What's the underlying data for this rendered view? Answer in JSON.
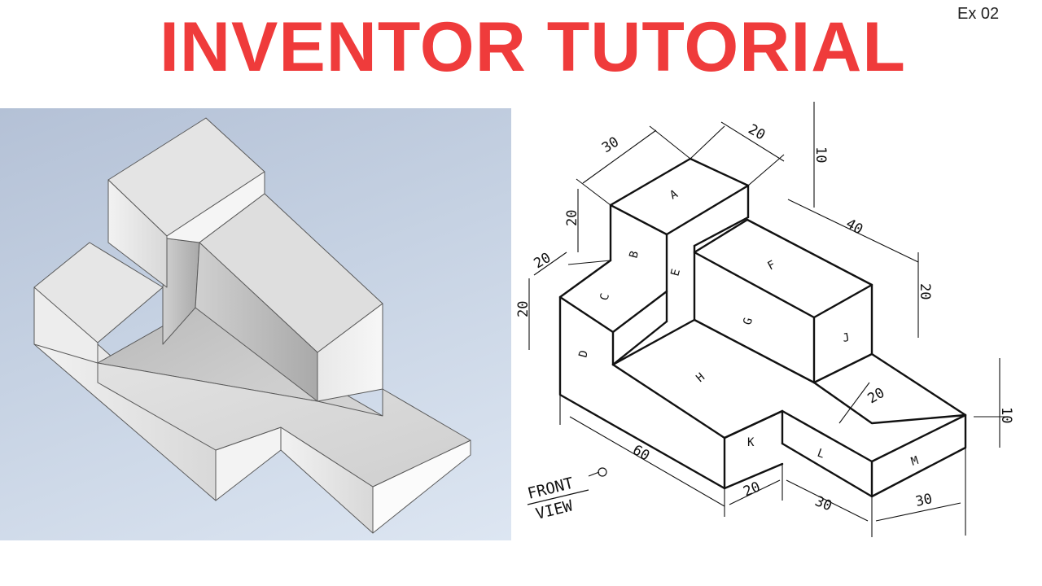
{
  "header": {
    "title": "INVENTOR TUTORIAL",
    "exercise": "Ex 02"
  },
  "colors": {
    "title": "#ef3b3b",
    "render_background": "#c6d2e3",
    "drawing_ink": "#111111"
  },
  "drawing": {
    "dimensions": {
      "top_width_a": "30",
      "top_depth_a": "20",
      "top_step_height": "10",
      "block_b_height": "20",
      "step_c_depth": "20",
      "left_height": "20",
      "right_block_depth": "40",
      "right_block_height": "20",
      "slot_width": "20",
      "overall_length": "60",
      "base_height": "10",
      "front_k": "20",
      "front_l": "30",
      "front_m": "30"
    },
    "faces": [
      "A",
      "B",
      "C",
      "D",
      "E",
      "F",
      "G",
      "H",
      "J",
      "K",
      "L",
      "M"
    ],
    "view_label": {
      "line1": "FRONT",
      "line2": "VIEW"
    }
  }
}
